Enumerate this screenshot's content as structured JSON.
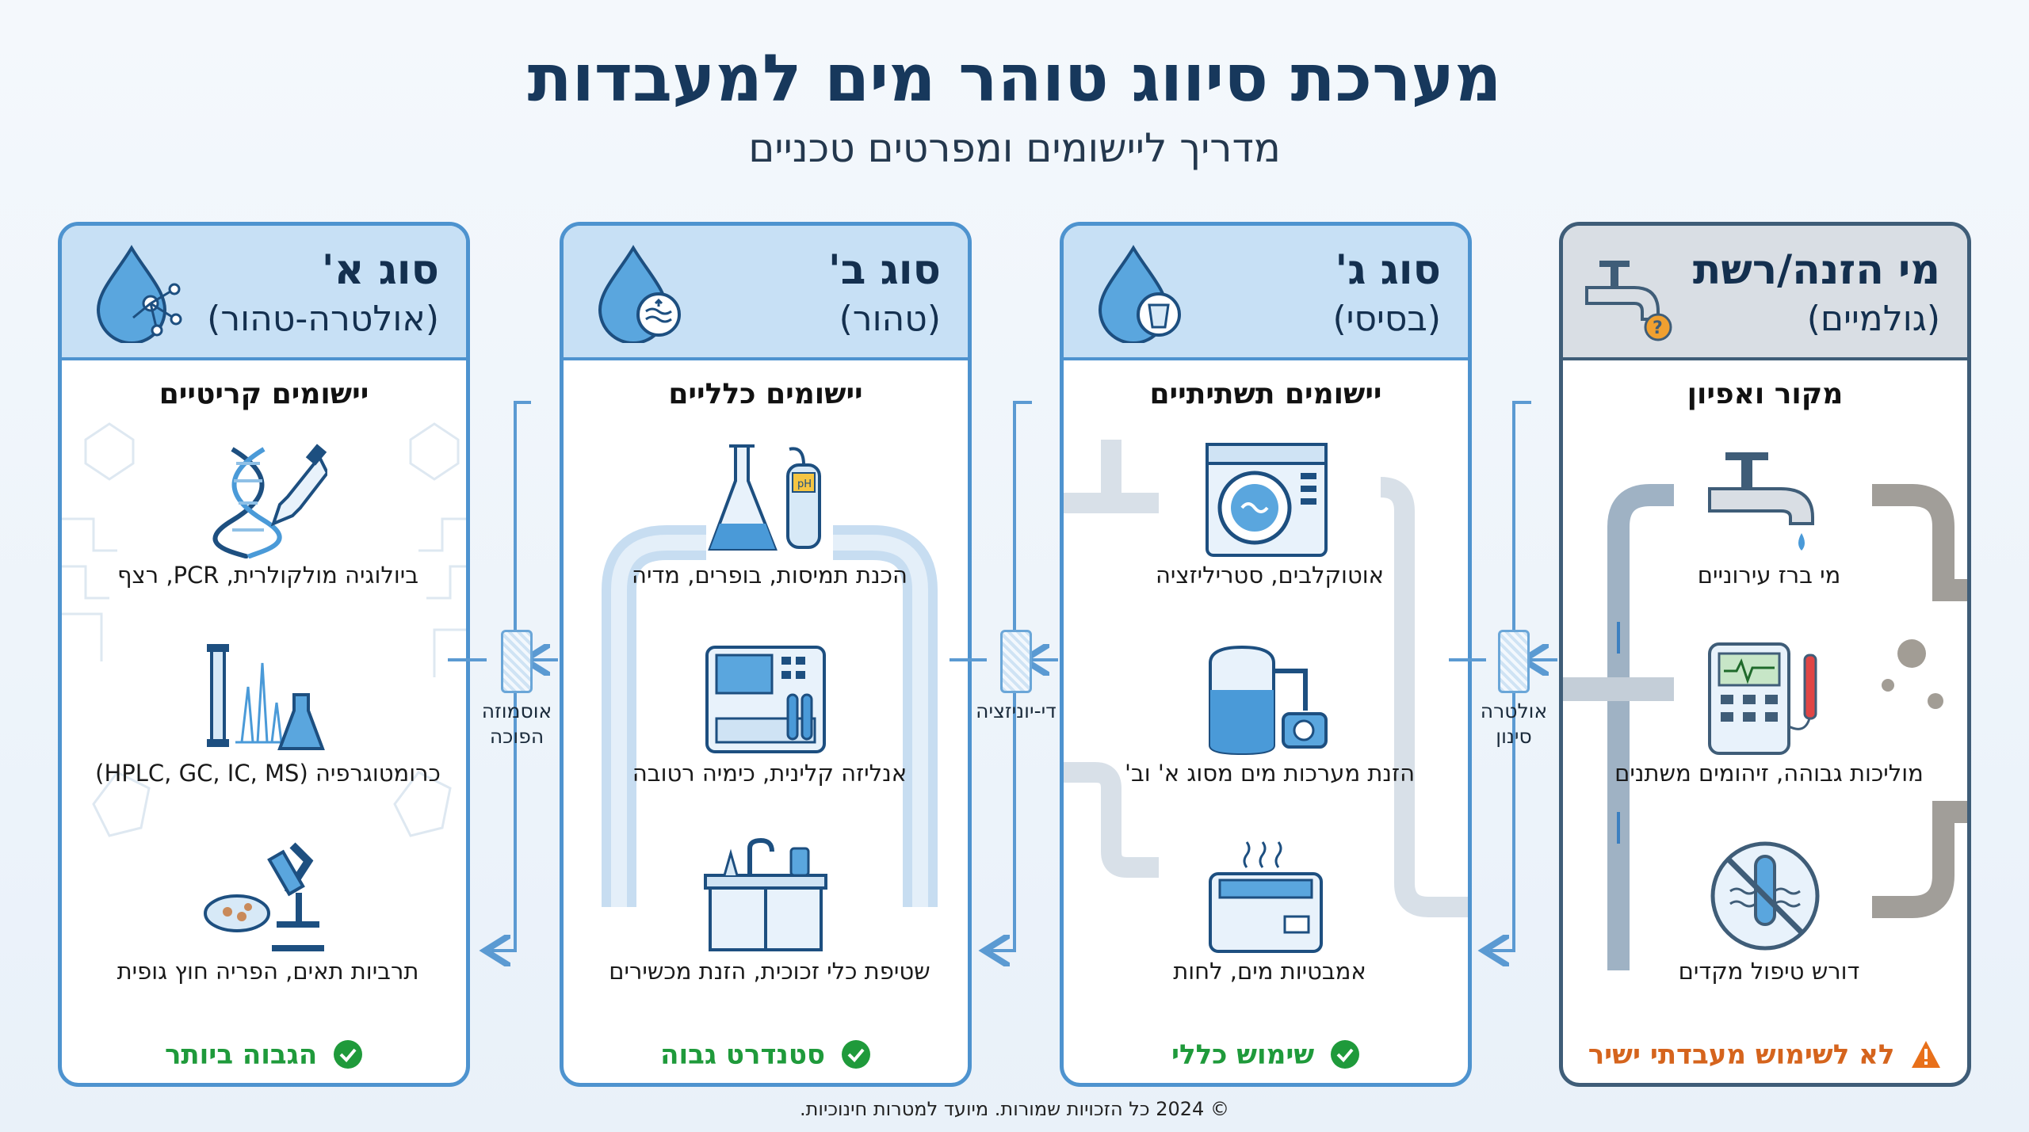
{
  "title": "מערכת סיווג טוהר מים למעבדות",
  "subtitle": "מדריך ליישומים ומפרטים טכניים",
  "columns": [
    {
      "title": "סוג א'",
      "sub": "(אולטרה-טהור)",
      "section": "יישומים קריטיים",
      "items": [
        {
          "icon": "dna-pipette-icon",
          "label": "ביולוגיה מולקולרית, PCR, רצף"
        },
        {
          "icon": "chromatography-icon",
          "label": "כרומטוגרפיה (HPLC, GC, IC, MS)"
        },
        {
          "icon": "microscope-icon",
          "label": "תרביות תאים, הפריה חוץ גופית"
        }
      ],
      "footer": "הגבוה ביותר",
      "footer_icon": "check-circle-icon"
    },
    {
      "title": "סוג ב'",
      "sub": "(טהור)",
      "section": "יישומים כלליים",
      "items": [
        {
          "icon": "flask-ph-meter-icon",
          "label": "הכנת תמיסות, בופרים, מדיה"
        },
        {
          "icon": "analyzer-icon",
          "label": "אנליזה קלינית, כימיה רטובה"
        },
        {
          "icon": "sink-icon",
          "label": "שטיפת כלי זכוכית, הזנת מכשירים"
        }
      ],
      "footer": "סטנדרט גבוה",
      "footer_icon": "check-circle-icon"
    },
    {
      "title": "סוג ג'",
      "sub": "(בסיסי)",
      "section": "יישומים תשתיתיים",
      "items": [
        {
          "icon": "autoclave-icon",
          "label": "אוטוקלבים, סטריליזציה"
        },
        {
          "icon": "tank-pump-icon",
          "label": "הזנת מערכות מים מסוג א' וב'"
        },
        {
          "icon": "water-bath-icon",
          "label": "אמבטיות מים, לחות"
        }
      ],
      "footer": "שימוש כללי",
      "footer_icon": "check-circle-icon"
    },
    {
      "title": "מי הזנה/רשת",
      "sub": "(גולמיים)",
      "section": "מקור ואפיון",
      "items": [
        {
          "icon": "faucet-icon",
          "label": "מי ברז עירוניים"
        },
        {
          "icon": "conductivity-meter-icon",
          "label": "מוליכות גבוהה, זיהומים משתנים"
        },
        {
          "icon": "no-test-tube-icon",
          "label": "דורש טיפול מקדים"
        }
      ],
      "footer": "לא לשימוש מעבדתי ישיר",
      "footer_icon": "warning-icon"
    }
  ],
  "filters": [
    {
      "label": "אוסמוזה הפוכה"
    },
    {
      "label": "די-יוניזציה"
    },
    {
      "label": "אולטרה סינון"
    }
  ],
  "copyright": "© 2024 כל הזכויות שמורות. מיועד למטרות חינוכיות."
}
